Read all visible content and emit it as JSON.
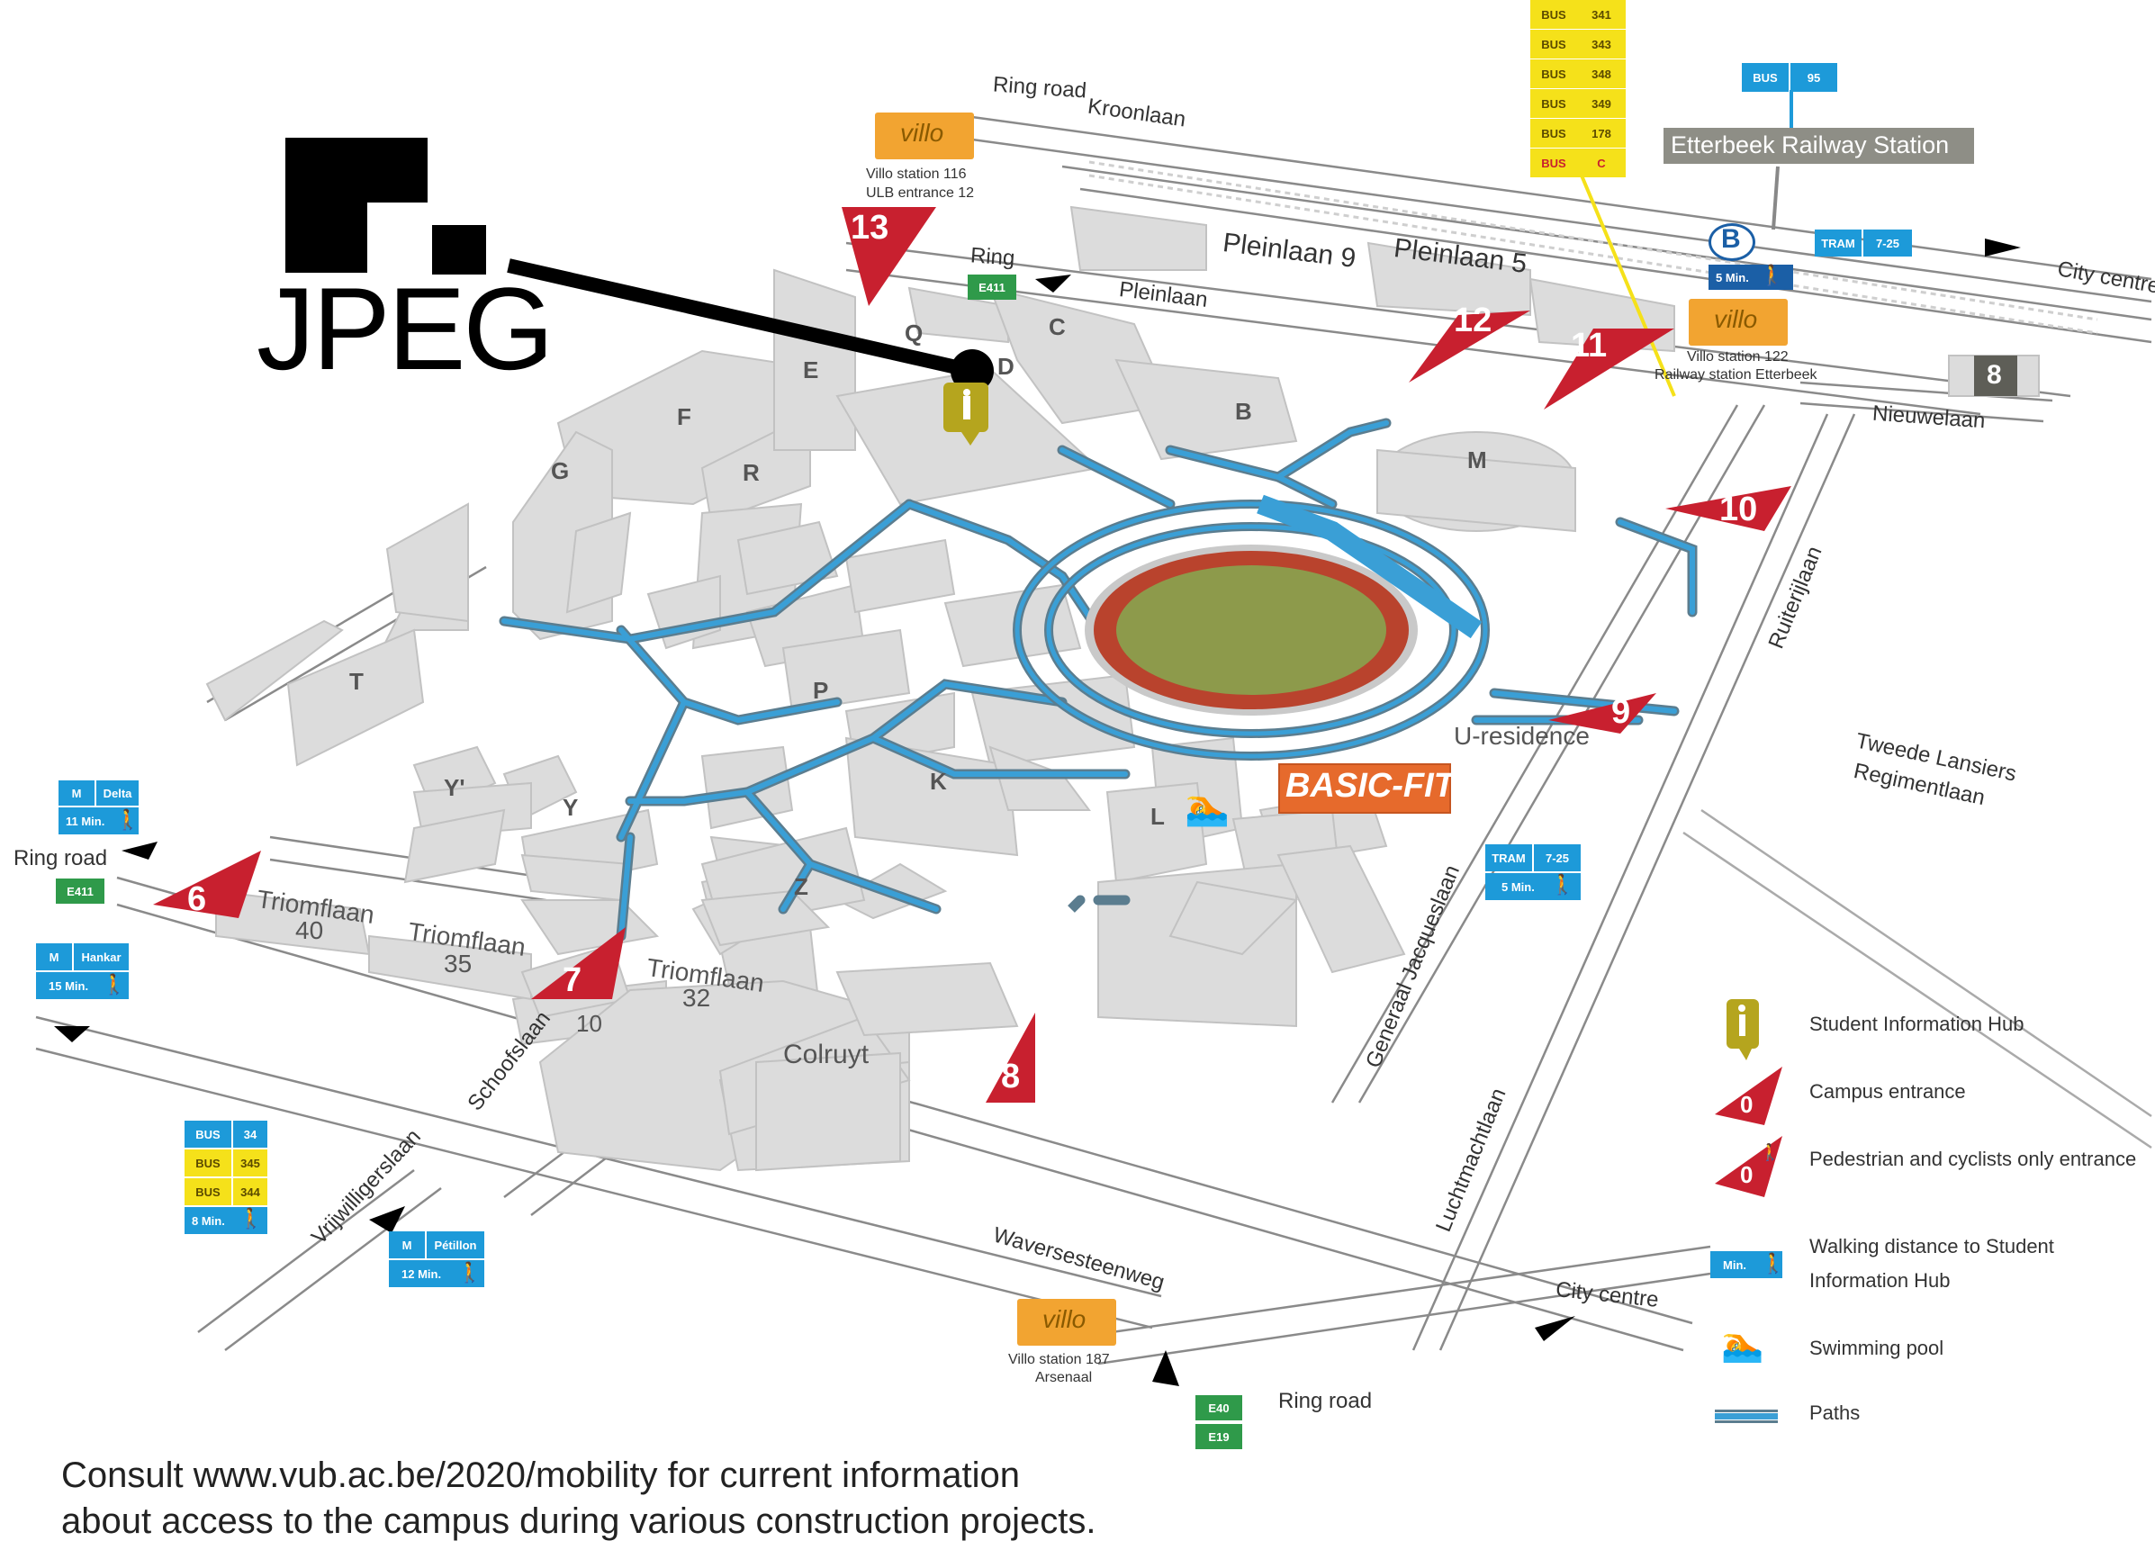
{
  "logo": {
    "text": "JPEG"
  },
  "footer": {
    "line1": "Consult www.vub.ac.be/2020/mobility for current information",
    "line2": "about access to the campus during various construction projects."
  },
  "roads": {
    "ring_road_top": "Ring road",
    "kroonlaan": "Kroonlaan",
    "ring_small": "Ring",
    "pleinlaan": "Pleinlaan",
    "pleinlaan9": "Pleinlaan 9",
    "pleinlaan5": "Pleinlaan 5",
    "nieuwelaan": "Nieuwelaan",
    "ruiterijlaan": "Ruiterijlaan",
    "tweede1": "Tweede Lansiers",
    "tweede2": "Regimentlaan",
    "ring_road_left": "Ring road",
    "schoofslaan": "Schoofslaan",
    "vrijwilligerslaan": "Vrijwilligerslaan",
    "waversesteenweg": "Waversesteenweg",
    "generaal": "Generaal Jacqueslaan",
    "luchtmacht": "Luchtmachtlaan",
    "city_centre_top": "City centre",
    "city_centre_bottom": "City centre",
    "ring_road_bottom": "Ring road",
    "etterbeek_station": "Etterbeek Railway Station"
  },
  "buildings": {
    "Q": "Q",
    "C": "C",
    "D": "D",
    "E": "E",
    "F": "F",
    "G": "G",
    "R": "R",
    "B": "B",
    "M": "M",
    "T": "T",
    "P": "P",
    "K": "K",
    "Y": "Y",
    "Yp": "Y'",
    "Z": "Z",
    "L": "L",
    "u_residence": "U-residence",
    "triomf40_a": "Triomflaan",
    "triomf40_b": "40",
    "triomf35_a": "Triomflaan",
    "triomf35_b": "35",
    "triomf32_a": "Triomflaan",
    "triomf32_b": "32",
    "colruyt": "Colruyt",
    "ten": "10",
    "eight_sq": "8"
  },
  "basicfit": "BASIC-FIT",
  "entrances": [
    "13",
    "12",
    "11",
    "10",
    "9",
    "6",
    "7",
    "8"
  ],
  "villo": {
    "s116_a": "Villo station 116",
    "s116_b": "ULB entrance 12",
    "s122_a": "Villo station 122",
    "s122_b": "Railway station Etterbeek",
    "s187_a": "Villo station 187",
    "s187_b": "Arsenaal",
    "logo": "villo"
  },
  "transit": {
    "bus_top": [
      {
        "k": "BUS",
        "v": "341"
      },
      {
        "k": "BUS",
        "v": "343"
      },
      {
        "k": "BUS",
        "v": "348"
      },
      {
        "k": "BUS",
        "v": "349"
      },
      {
        "k": "BUS",
        "v": "178"
      },
      {
        "k": "BUS",
        "v": "C"
      }
    ],
    "bus95": {
      "k": "BUS",
      "v": "95"
    },
    "b_station": {
      "sym": "B",
      "walk": "5 Min."
    },
    "tram_top": {
      "k": "TRAM",
      "v": "7-25"
    },
    "tram_mid": {
      "k": "TRAM",
      "v": "7-25",
      "walk": "5 Min."
    },
    "delta": {
      "k": "M",
      "v": "Delta",
      "walk": "11 Min."
    },
    "hankar": {
      "k": "M",
      "v": "Hankar",
      "walk": "15 Min."
    },
    "petillon": {
      "k": "M",
      "v": "Pétillon",
      "walk": "12 Min."
    },
    "bus_left": [
      {
        "k": "BUS",
        "v": "34"
      },
      {
        "k": "BUS",
        "v": "345"
      },
      {
        "k": "BUS",
        "v": "344"
      }
    ],
    "bus_left_walk": "8 Min.",
    "e411_top": "E411",
    "e411_left": "E411",
    "e40": "E40",
    "e19": "E19"
  },
  "legend": {
    "info_hub": "Student Information Hub",
    "campus_entrance": "Campus entrance",
    "ped_entrance": "Pedestrian and cyclists only entrance",
    "walk1": "Walking distance to Student",
    "walk2": "Information Hub",
    "walk_badge": "Min.",
    "pool": "Swimming pool",
    "paths": "Paths",
    "zero": "0"
  },
  "colors": {
    "entrance_red": "#c8202f",
    "path_blue": "#3a9fd6",
    "path_outline": "#5b7d8f",
    "villo_orange": "#f2a431",
    "info_yellow": "#b5a51e",
    "track_green": "#8d9a4b"
  }
}
